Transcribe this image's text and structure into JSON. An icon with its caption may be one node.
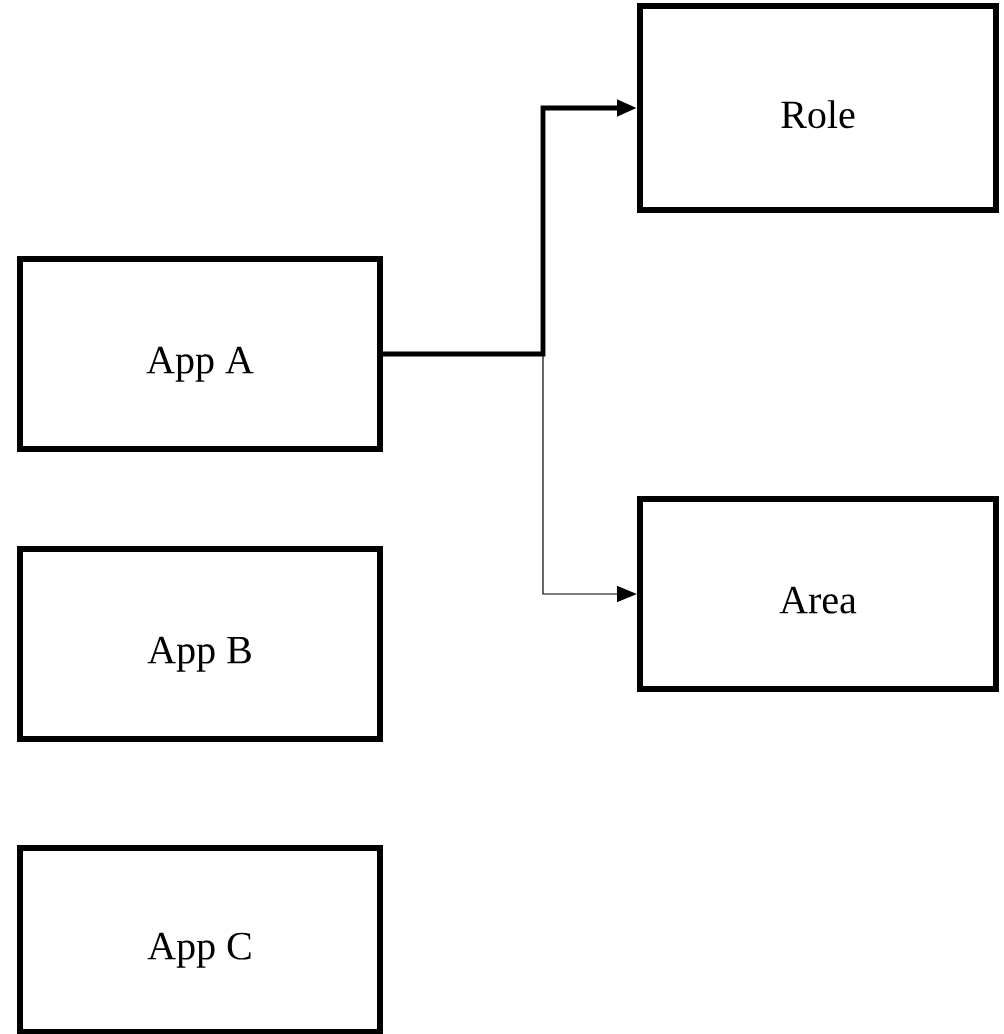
{
  "diagram": {
    "nodes": [
      {
        "text": [
          "Role"
        ]
      },
      {
        "text": [
          "App A"
        ]
      },
      {
        "text": [
          "Area"
        ]
      },
      {
        "text": [
          "App B"
        ]
      },
      {
        "text": [
          "App C"
        ]
      }
    ],
    "edges": [
      {
        "from": 1,
        "to": 0,
        "arrow": "to",
        "style": "thick"
      },
      {
        "from": 1,
        "to": 2,
        "arrow": "to"
      }
    ]
  }
}
